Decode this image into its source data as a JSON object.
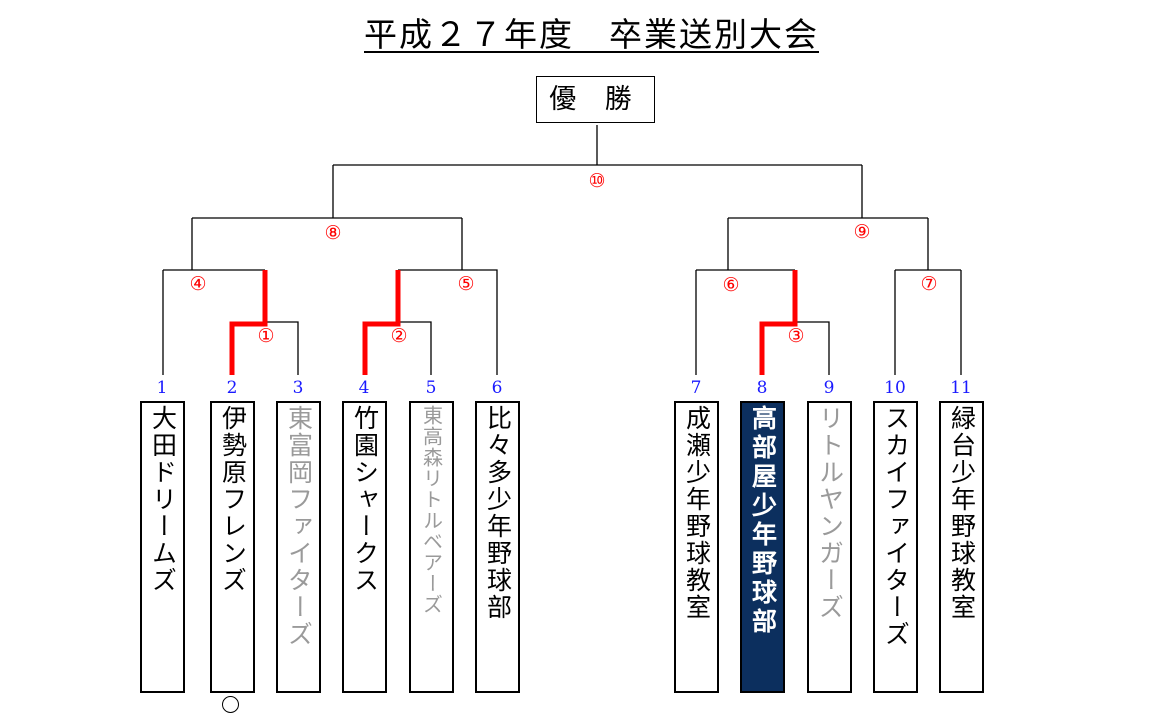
{
  "title": "平成２７年度　卒業送別大会",
  "champion_label": "優 勝",
  "matches": [
    "①",
    "②",
    "③",
    "④",
    "⑤",
    "⑥",
    "⑦",
    "⑧",
    "⑨",
    "⑩"
  ],
  "teams": [
    {
      "seed": "1",
      "name": "大田ドリームズ",
      "status": "normal"
    },
    {
      "seed": "2",
      "name": "伊勢原フレンズ",
      "status": "advanced"
    },
    {
      "seed": "3",
      "name": "東富岡ファイターズ",
      "status": "lost"
    },
    {
      "seed": "4",
      "name": "竹園シャークス",
      "status": "advanced"
    },
    {
      "seed": "5",
      "name": "東高森リトルベアーズ",
      "status": "lost"
    },
    {
      "seed": "6",
      "name": "比々多少年野球部",
      "status": "normal"
    },
    {
      "seed": "7",
      "name": "成瀬少年野球教室",
      "status": "normal"
    },
    {
      "seed": "8",
      "name": "高部屋少年野球部",
      "status": "highlighted"
    },
    {
      "seed": "9",
      "name": "リトルヤンガーズ",
      "status": "lost"
    },
    {
      "seed": "10",
      "name": "スカイファイターズ",
      "status": "normal"
    },
    {
      "seed": "11",
      "name": "緑台少年野球教室",
      "status": "normal"
    }
  ],
  "colors": {
    "winner_line": "#ff0000",
    "match_label": "#ff0000",
    "seed": "#1a1aff",
    "highlight": "#0c2f5e",
    "lost_text": "#9a9a9a"
  }
}
